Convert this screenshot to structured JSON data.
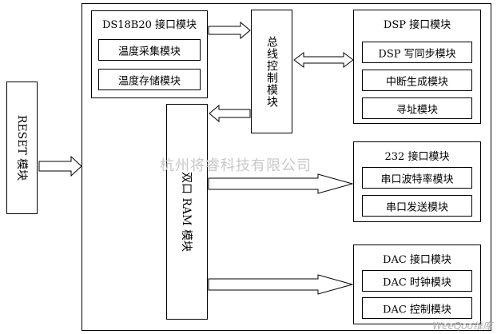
{
  "reset": {
    "label": "RESET 模块"
  },
  "ds18b20": {
    "title": "DS18B20 接口模块",
    "items": [
      "温度采集模块",
      "温度存储模块"
    ]
  },
  "bus_control": {
    "label": "总线控制模块"
  },
  "dual_ram": {
    "label": "双口 RAM 模块"
  },
  "dsp": {
    "title": "DSP 接口模块",
    "items": [
      "DSP 写同步模块",
      "中断生成模块",
      "寻址模块"
    ]
  },
  "serial232": {
    "title": "232 接口模块",
    "items": [
      "串口波特率模块",
      "串口发送模块"
    ]
  },
  "dac": {
    "title": "DAC 接口模块",
    "items": [
      "DAC 时钟模块",
      "DAC 控制模块"
    ]
  },
  "watermark": {
    "text": "杭州将睿科技有限公司"
  },
  "logo": {
    "text": "WeeQoo维库"
  }
}
